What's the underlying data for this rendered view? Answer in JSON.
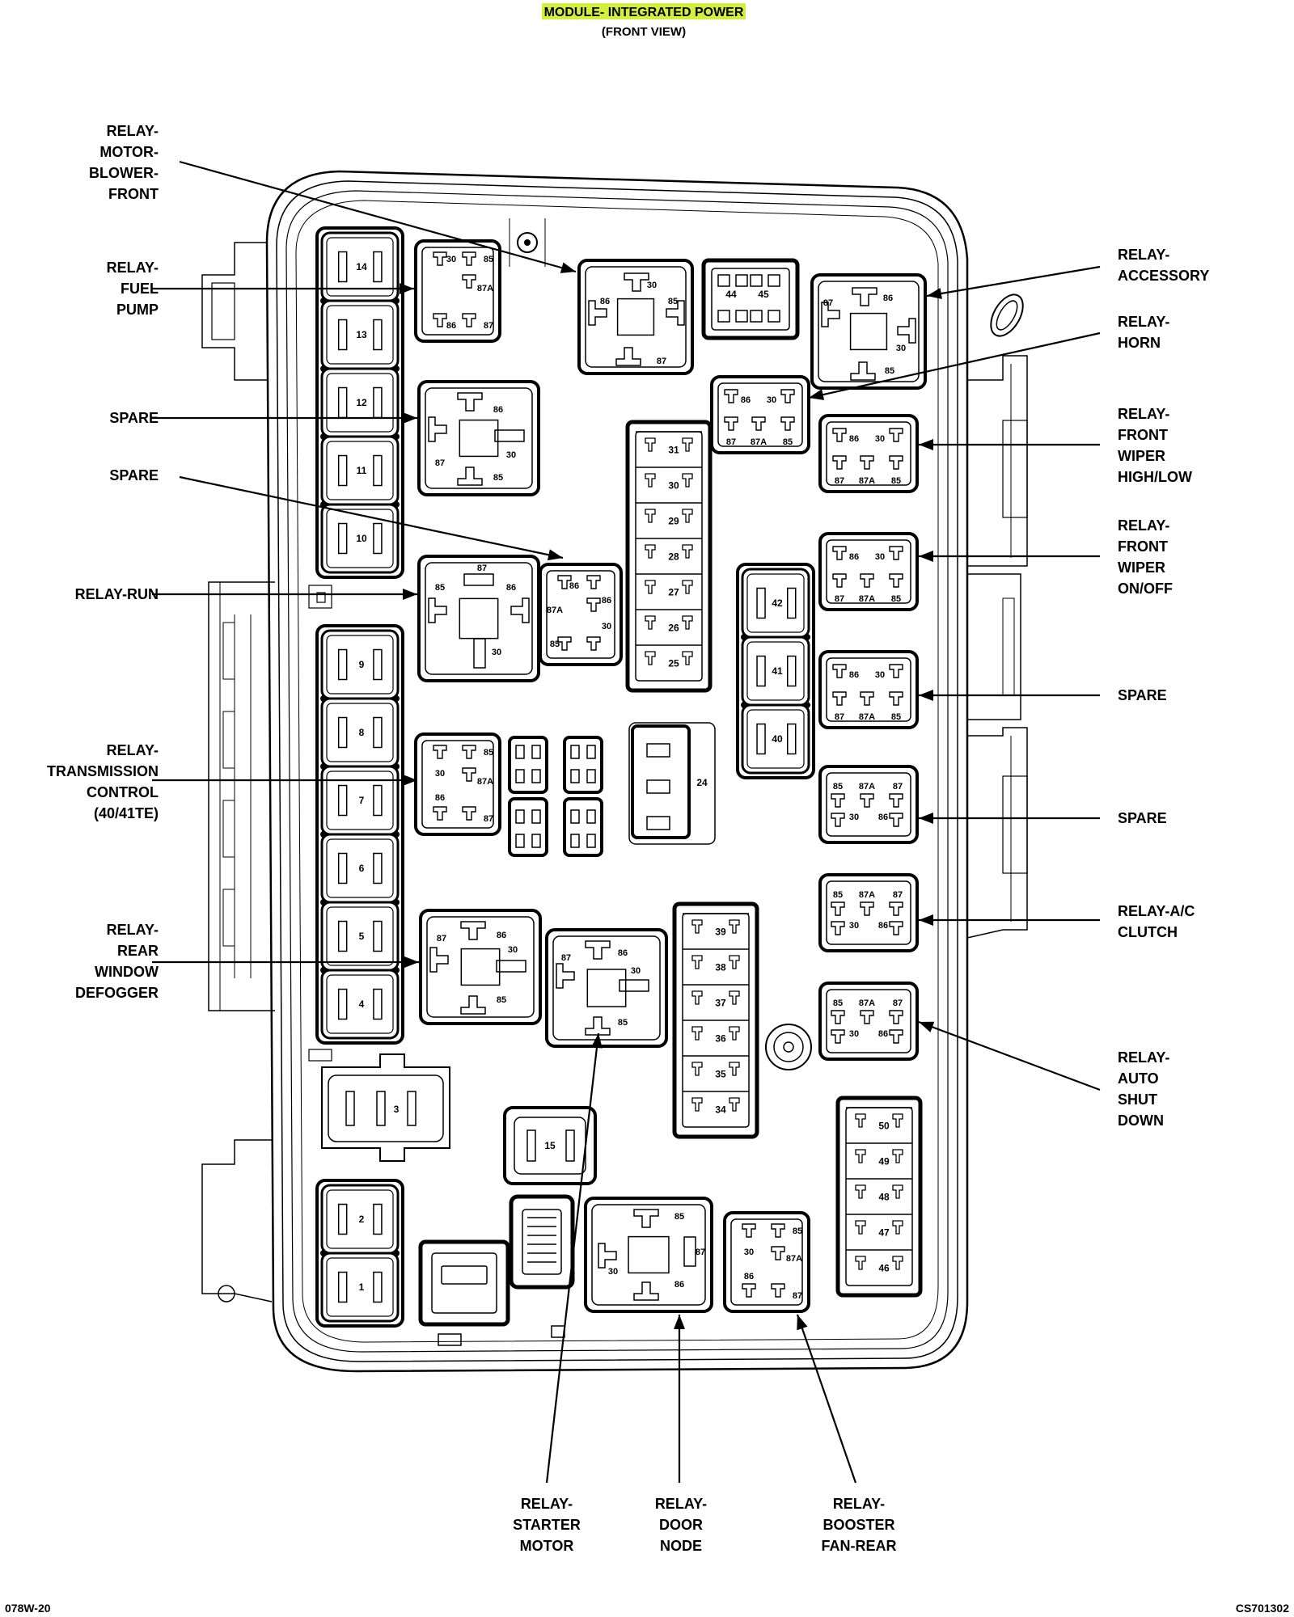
{
  "header": {
    "title": "MODULE- INTEGRATED POWER",
    "subtitle": "(FRONT VIEW)",
    "title_highlight": "#d4ef3a"
  },
  "footer": {
    "left_code": "078W-20",
    "right_code": "CS701302"
  },
  "left_labels": [
    {
      "id": "relay-motor-blower-front",
      "lines": [
        "RELAY-",
        "MOTOR-",
        "BLOWER-",
        "FRONT"
      ]
    },
    {
      "id": "relay-fuel-pump",
      "lines": [
        "RELAY-",
        "FUEL",
        "PUMP"
      ]
    },
    {
      "id": "spare-1",
      "lines": [
        "SPARE"
      ]
    },
    {
      "id": "spare-2",
      "lines": [
        "SPARE"
      ]
    },
    {
      "id": "relay-run",
      "lines": [
        "RELAY-RUN"
      ]
    },
    {
      "id": "relay-transmission-control",
      "lines": [
        "RELAY-",
        "TRANSMISSION",
        "CONTROL",
        "(40/41TE)"
      ]
    },
    {
      "id": "relay-rear-window-defogger",
      "lines": [
        "RELAY-",
        "REAR",
        "WINDOW",
        "DEFOGGER"
      ]
    }
  ],
  "right_labels": [
    {
      "id": "relay-accessory",
      "lines": [
        "RELAY-",
        "ACCESSORY"
      ]
    },
    {
      "id": "relay-horn",
      "lines": [
        "RELAY-",
        "HORN"
      ]
    },
    {
      "id": "relay-front-wiper-high-low",
      "lines": [
        "RELAY-",
        "FRONT",
        "WIPER",
        "HIGH/LOW"
      ]
    },
    {
      "id": "relay-front-wiper-on-off",
      "lines": [
        "RELAY-",
        "FRONT",
        "WIPER",
        "ON/OFF"
      ]
    },
    {
      "id": "spare-3",
      "lines": [
        "SPARE"
      ]
    },
    {
      "id": "spare-4",
      "lines": [
        "SPARE"
      ]
    },
    {
      "id": "relay-ac-clutch",
      "lines": [
        "RELAY-A/C",
        "CLUTCH"
      ]
    },
    {
      "id": "relay-auto-shut-down",
      "lines": [
        "RELAY-",
        "AUTO",
        "SHUT",
        "DOWN"
      ]
    }
  ],
  "bottom_labels": [
    {
      "id": "relay-starter-motor",
      "lines": [
        "RELAY-",
        "STARTER",
        "MOTOR"
      ]
    },
    {
      "id": "relay-door-node",
      "lines": [
        "RELAY-",
        "DOOR",
        "NODE"
      ]
    },
    {
      "id": "relay-booster-fan-rear",
      "lines": [
        "RELAY-",
        "BOOSTER",
        "FAN-REAR"
      ]
    }
  ],
  "cartridge_fuses": {
    "left_upper": [
      "14",
      "13",
      "12",
      "11",
      "10"
    ],
    "left_lower": [
      "9",
      "8",
      "7",
      "6",
      "5",
      "4"
    ],
    "bottom_left": [
      "2",
      "1"
    ],
    "block3": "3",
    "block15": "15",
    "block24": "24",
    "center_right": [
      "42",
      "41",
      "40"
    ],
    "top_pair": [
      "44",
      "45"
    ]
  },
  "mini_fuses": {
    "center_upper": [
      "31",
      "30",
      "29",
      "28",
      "27",
      "26",
      "25"
    ],
    "center_lower": [
      "39",
      "38",
      "37",
      "36",
      "35",
      "34"
    ],
    "right_lower": [
      "50",
      "49",
      "48",
      "47",
      "46"
    ]
  },
  "pins": {
    "p30": "30",
    "p85": "85",
    "p86": "86",
    "p87": "87",
    "p87a": "87A"
  }
}
